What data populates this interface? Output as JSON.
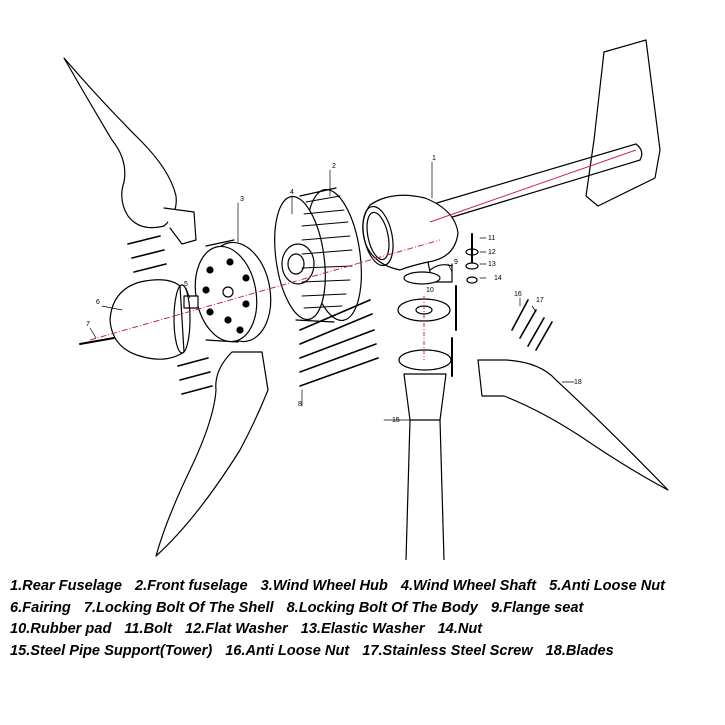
{
  "callouts": [
    "1",
    "2",
    "3",
    "4",
    "5",
    "6",
    "7",
    "8",
    "9",
    "10",
    "11",
    "12",
    "13",
    "14",
    "15",
    "16",
    "17",
    "18"
  ],
  "legend": {
    "rows": [
      [
        "1.Rear Fuselage",
        "2.Front fuselage",
        "3.Wind Wheel Hub",
        "4.Wind Wheel Shaft",
        "5.Anti Loose Nut"
      ],
      [
        "6.Fairing",
        "7.Locking Bolt Of The Shell",
        "8.Locking Bolt Of The Body",
        "9.Flange seat"
      ],
      [
        "10.Rubber pad",
        "11.Bolt",
        "12.Flat Washer",
        "13.Elastic Washer",
        "14.Nut"
      ],
      [
        "15.Steel Pipe Support(Tower)",
        "16.Anti Loose Nut",
        "17.Stainless Steel Screw",
        "18.Blades"
      ]
    ]
  },
  "colors": {
    "line": "#000000",
    "axis": "#c0206a",
    "background": "#ffffff"
  }
}
